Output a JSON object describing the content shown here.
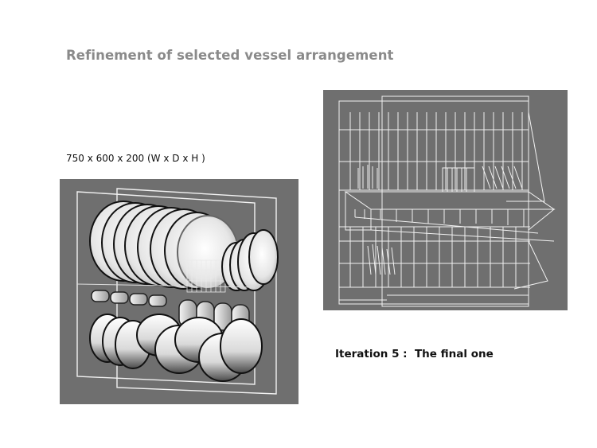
{
  "slide": {
    "title": "Refinement of selected vessel arrangement",
    "dimensions_label": "750 x 600 x 200 (W x D x H )",
    "caption": "Iteration 5 :  The final one"
  },
  "renders": {
    "left_view": "shaded-render",
    "right_view": "wireframe-render",
    "background_color": "#6f6f6f",
    "line_color": "#f2f2f2"
  }
}
